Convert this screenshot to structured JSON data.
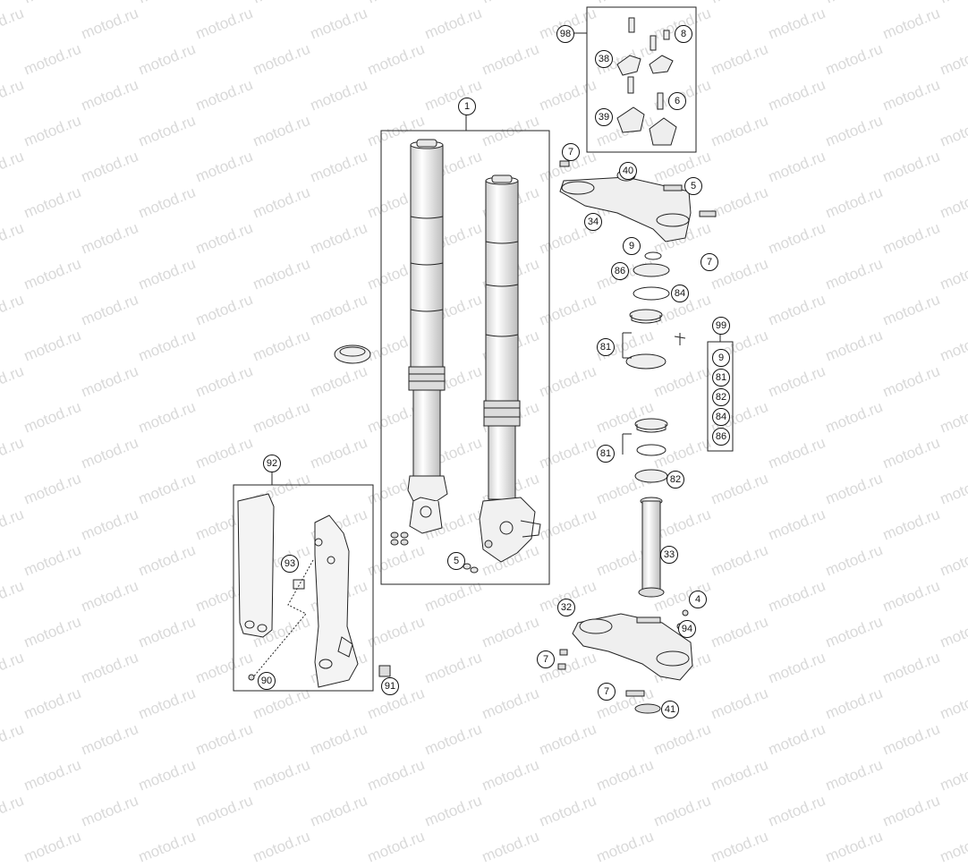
{
  "watermark": "motod.ru",
  "callouts": {
    "c1": "1",
    "c98": "98",
    "c8": "8",
    "c38": "38",
    "c6": "6",
    "c39": "39",
    "c7a": "7",
    "c40": "40",
    "c5a": "5",
    "c34": "34",
    "c9a": "9",
    "c7b": "7",
    "c86a": "86",
    "c84a": "84",
    "c99": "99",
    "c9b": "9",
    "c81k": "81",
    "c82k": "82",
    "c84k": "84",
    "c86k": "86",
    "c81a": "81",
    "c81b": "81",
    "c82a": "82",
    "c33": "33",
    "c92": "92",
    "c93": "93",
    "c5b": "5",
    "c32": "32",
    "c4": "4",
    "c94": "94",
    "c7c": "7",
    "c90": "90",
    "c91": "91",
    "c7d": "7",
    "c41": "41"
  }
}
